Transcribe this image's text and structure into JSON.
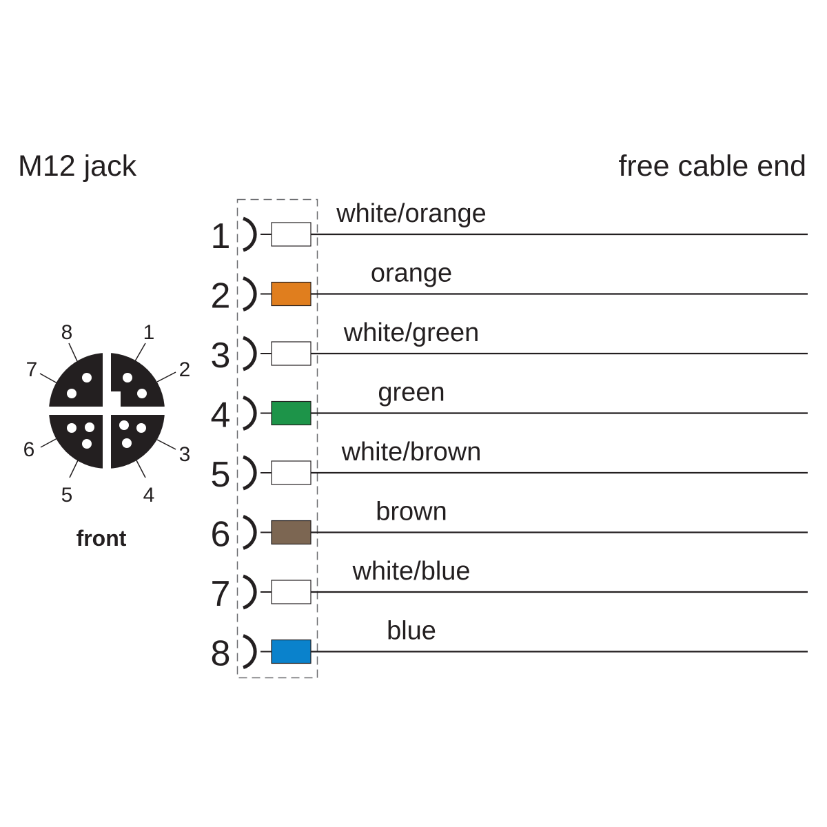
{
  "headers": {
    "left": "M12 jack",
    "right": "free cable end"
  },
  "connector_face": {
    "caption": "front",
    "pin_labels": [
      "1",
      "2",
      "3",
      "4",
      "5",
      "6",
      "7",
      "8"
    ]
  },
  "wires": [
    {
      "pin": "1",
      "label": "white/orange",
      "color": "#ffffff"
    },
    {
      "pin": "2",
      "label": "orange",
      "color": "#e07e1e"
    },
    {
      "pin": "3",
      "label": "white/green",
      "color": "#ffffff"
    },
    {
      "pin": "4",
      "label": "green",
      "color": "#1d9449"
    },
    {
      "pin": "5",
      "label": "white/brown",
      "color": "#ffffff"
    },
    {
      "pin": "6",
      "label": "brown",
      "color": "#7c6652"
    },
    {
      "pin": "7",
      "label": "white/blue",
      "color": "#ffffff"
    },
    {
      "pin": "8",
      "label": "blue",
      "color": "#0a82cc"
    }
  ],
  "colors": {
    "ink": "#231f20"
  }
}
